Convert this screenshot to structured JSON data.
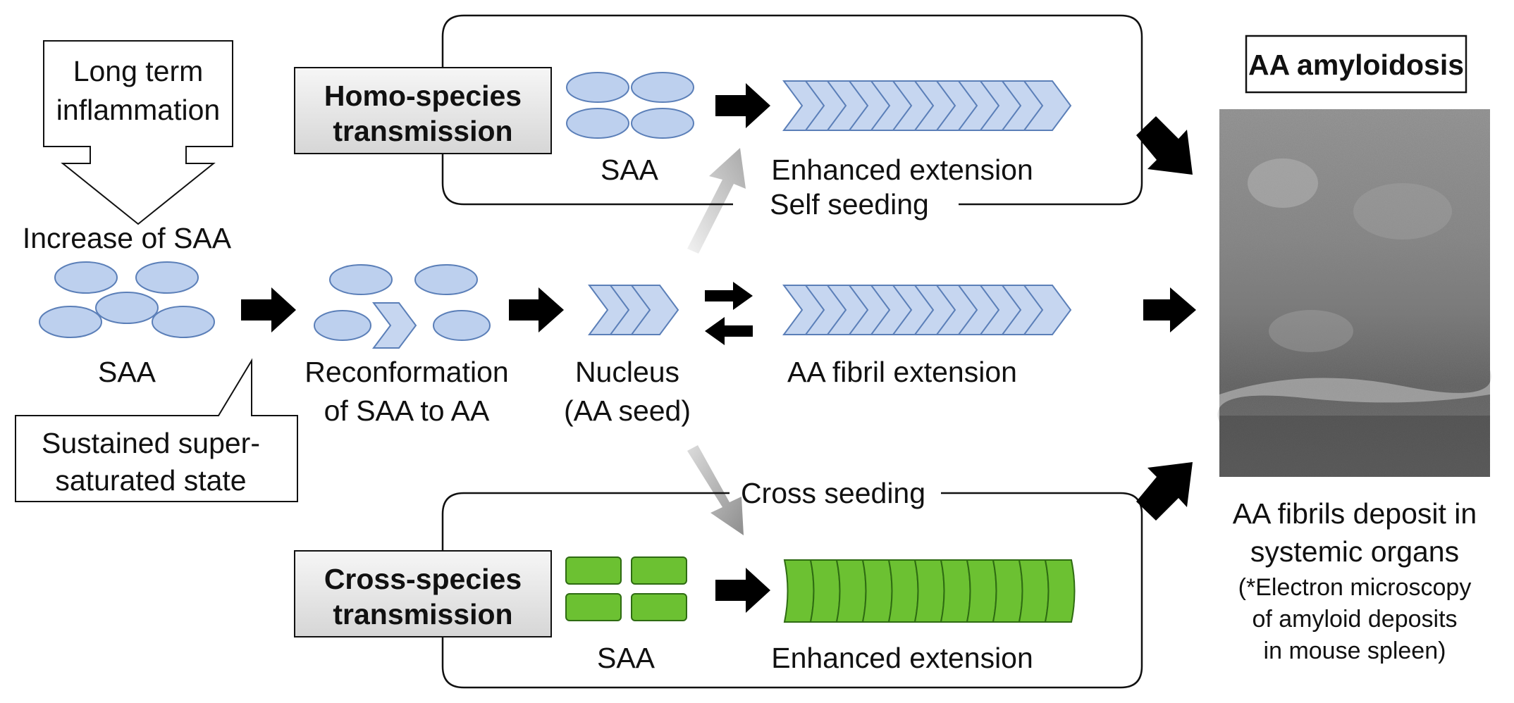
{
  "inflammation_note": {
    "line1": "Long term",
    "line2": "inflammation"
  },
  "increase_label": "Increase of SAA",
  "saa_label": "SAA",
  "supersat_note": {
    "line1": "Sustained super-",
    "line2": "saturated state"
  },
  "reconformation": {
    "line1": "Reconformation",
    "line2": "of SAA to AA"
  },
  "nucleus": {
    "line1": "Nucleus",
    "line2": "(AA seed)"
  },
  "fibril_extension": "AA fibril extension",
  "homo_panel": {
    "title_line1": "Homo-species",
    "title_line2": "transmission",
    "saa_label": "SAA",
    "extension_label": "Enhanced extension",
    "seeding_label": "Self seeding"
  },
  "cross_panel": {
    "title_line1": "Cross-species",
    "title_line2": "transmission",
    "saa_label": "SAA",
    "extension_label": "Enhanced extension",
    "seeding_label": "Cross seeding"
  },
  "outcome": {
    "title": "AA amyloidosis",
    "caption_line1": "AA fibrils deposit in",
    "caption_line2": "systemic organs",
    "note_line1": "(*Electron microscopy",
    "note_line2": "of amyloid deposits",
    "note_line3": "in mouse spleen)"
  },
  "colors": {
    "oval_fill": "#bdd0ee",
    "oval_stroke": "#5b7fb8",
    "chevron_fill": "#c6d6f0",
    "green_fill": "#6cc132",
    "green_stroke": "#2e6b12",
    "arrow": "#000000"
  }
}
